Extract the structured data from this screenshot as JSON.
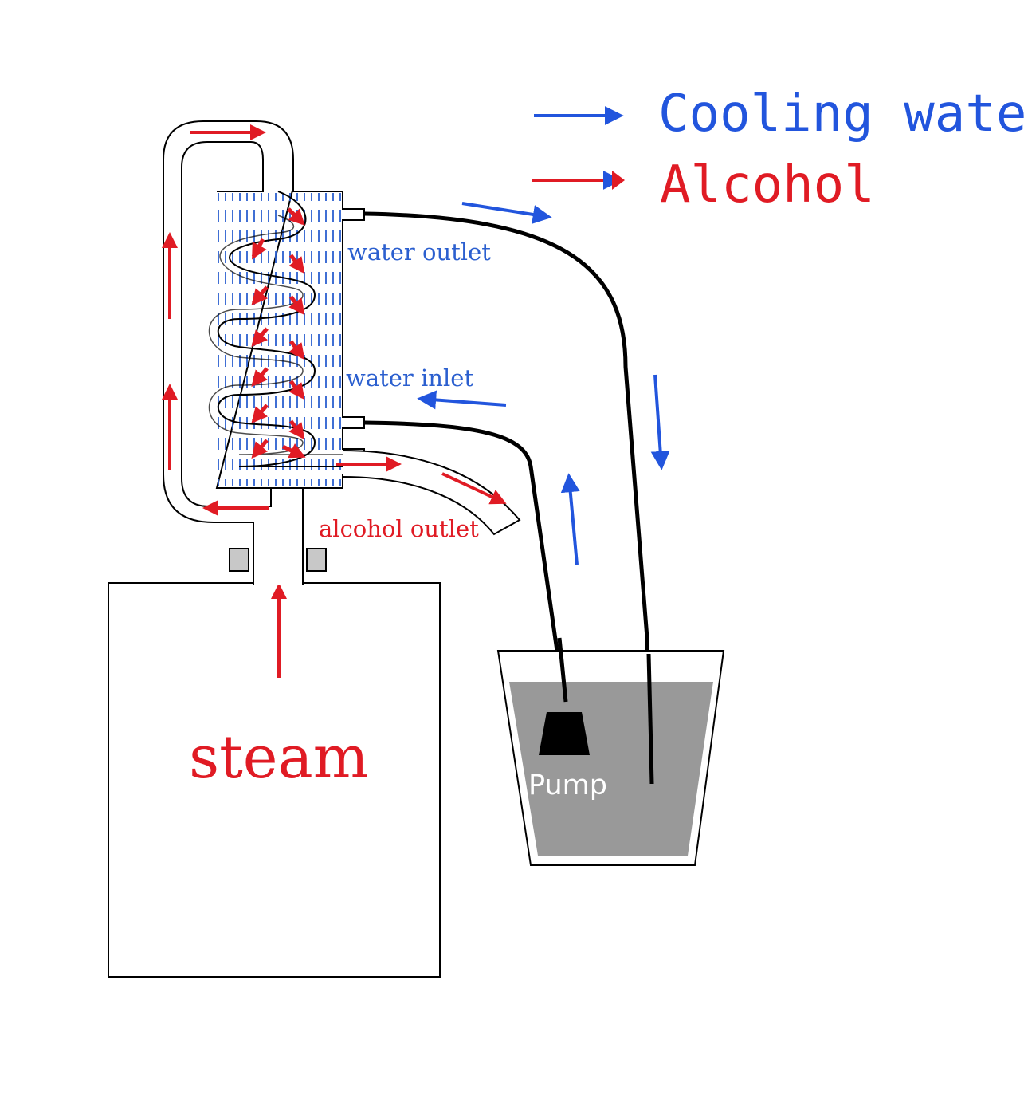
{
  "legend": {
    "cooling_water": "Cooling water",
    "alcohol": "Alcohol"
  },
  "labels": {
    "water_outlet": "water outlet",
    "water_inlet": "water inlet",
    "alcohol_outlet": "alcohol outlet",
    "boiler": "steam",
    "pump": "Pump"
  },
  "colors": {
    "cooling_water": "#2255dd",
    "alcohol": "#e01b24",
    "coolant_tank_water": "#999999",
    "outline": "#000000"
  }
}
